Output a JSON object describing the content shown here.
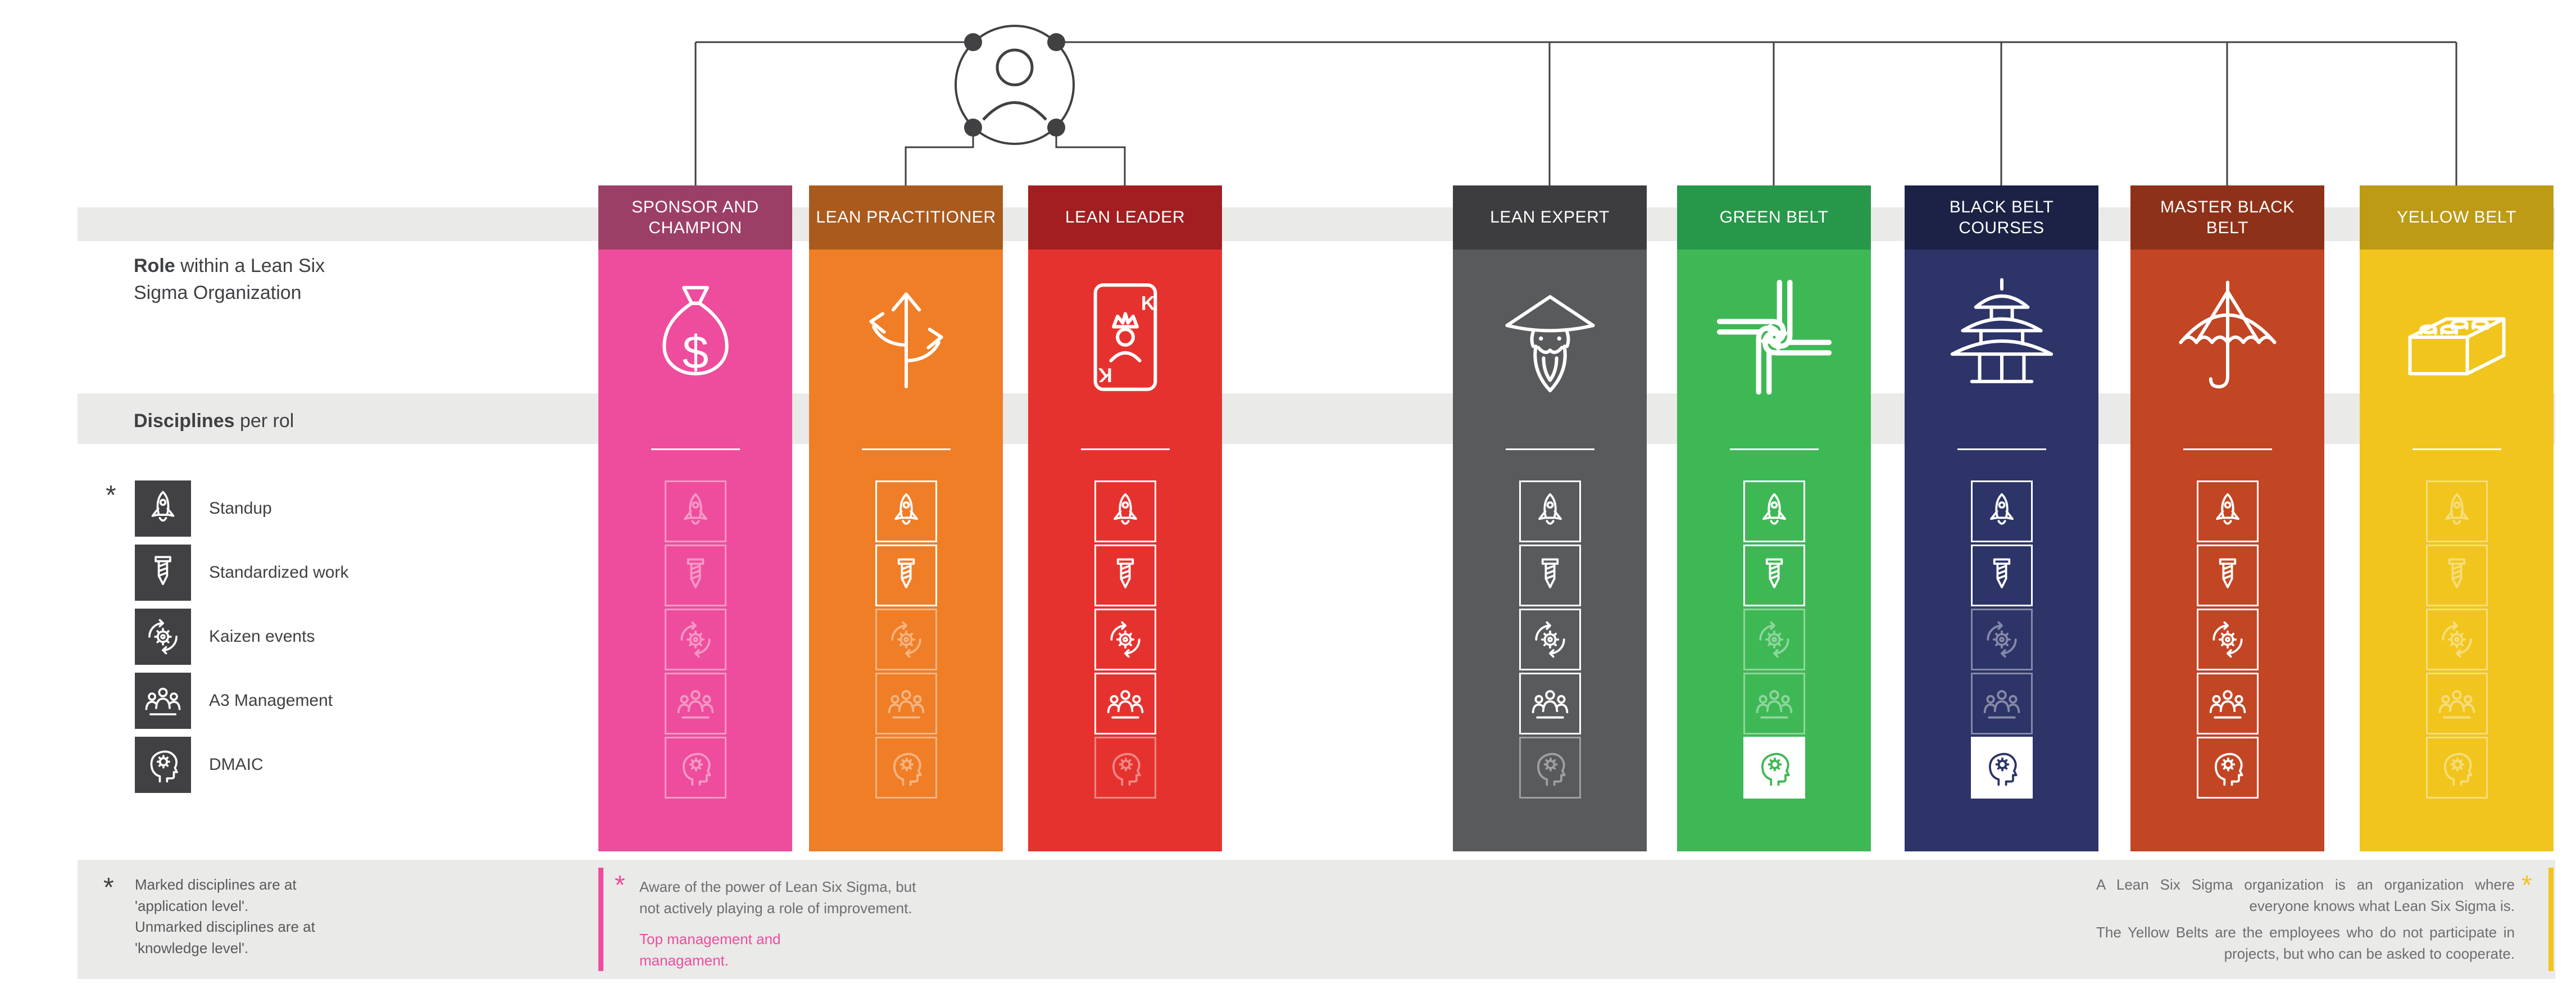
{
  "colors": {
    "band": "#eaeae8",
    "line": "#414042",
    "text_dark": "#3f4043",
    "text_gray": "#6d6e71",
    "legend_square": "#414042"
  },
  "org_chart": {
    "person_icon": "person-icon"
  },
  "left_panel": {
    "role_heading": {
      "bold": "Role",
      "rest": " within a Lean Six Sigma Organization"
    },
    "disciplines_heading": {
      "bold": "Disciplines",
      "rest": " per rol"
    },
    "legend_asterisk": "*",
    "disciplines": [
      {
        "label": "Standup",
        "icon": "standup-rocket-icon"
      },
      {
        "label": "Standardized work",
        "icon": "standardized-work-drill-icon"
      },
      {
        "label": "Kaizen events",
        "icon": "kaizen-events-gear-icon"
      },
      {
        "label": "A3 Management",
        "icon": "a3-management-people-icon"
      },
      {
        "label": "DMAIC",
        "icon": "dmaic-head-icon"
      }
    ]
  },
  "columns": [
    {
      "title": "SPONSOR AND CHAMPION",
      "header_color": "#9c3f66",
      "body_color": "#ee4d9d",
      "icon": "money-bag-icon",
      "discipline_states": [
        "knowledge",
        "knowledge",
        "knowledge",
        "knowledge",
        "knowledge"
      ]
    },
    {
      "title": "LEAN PRACTITIONER",
      "header_color": "#aa5a1d",
      "body_color": "#f07e26",
      "icon": "three-way-arrows-icon",
      "discipline_states": [
        "application",
        "application",
        "knowledge",
        "knowledge",
        "knowledge"
      ]
    },
    {
      "title": "LEAN LEADER",
      "header_color": "#a31e20",
      "body_color": "#e6322e",
      "icon": "king-card-icon",
      "discipline_states": [
        "application",
        "application",
        "application",
        "application",
        "knowledge"
      ]
    },
    {
      "title": "LEAN EXPERT",
      "header_color": "#3d3d3f",
      "body_color": "#595a5c",
      "icon": "sensei-icon",
      "discipline_states": [
        "application",
        "application",
        "application",
        "application",
        "knowledge"
      ]
    },
    {
      "title": "GREEN BELT",
      "header_color": "#27984a",
      "body_color": "#3eb855",
      "icon": "teamwork-hands-icon",
      "discipline_states": [
        "application",
        "application",
        "knowledge",
        "knowledge",
        "filled"
      ]
    },
    {
      "title": "BLACK BELT COURSES",
      "header_color": "#1b2245",
      "body_color": "#2c3468",
      "icon": "pagoda-icon",
      "discipline_states": [
        "application",
        "application",
        "knowledge",
        "knowledge",
        "filled"
      ]
    },
    {
      "title": "MASTER BLACK BELT",
      "header_color": "#8e3119",
      "body_color": "#c24524",
      "icon": "umbrella-icon",
      "discipline_states": [
        "application",
        "application",
        "application",
        "application",
        "application"
      ]
    },
    {
      "title": "YELLOW BELT",
      "header_color": "#bd9b15",
      "body_color": "#f1c51d",
      "icon": "lego-brick-icon",
      "discipline_states": [
        "knowledge",
        "knowledge",
        "knowledge",
        "knowledge",
        "knowledge"
      ]
    }
  ],
  "footnotes": {
    "left": {
      "asterisk": "*",
      "lines": [
        "Marked disciplines are at",
        "'application level'.",
        "Unmarked disciplines are at",
        "'knowledge level'."
      ]
    },
    "middle": {
      "asterisk": "*",
      "accent_color": "#ee4d9d",
      "paragraphs": [
        "Aware of the power of Lean Six Sigma, but not actively playing a role of improvement.",
        "Top management and managament."
      ]
    },
    "right": {
      "asterisk": "*",
      "accent_color": "#f1c51d",
      "paragraphs": [
        "A Lean Six Sigma organization is an organization where everyone knows what Lean Six Sigma is.",
        "The Yellow Belts are the employees who do not participate in projects, but who can be asked to cooperate."
      ]
    }
  }
}
